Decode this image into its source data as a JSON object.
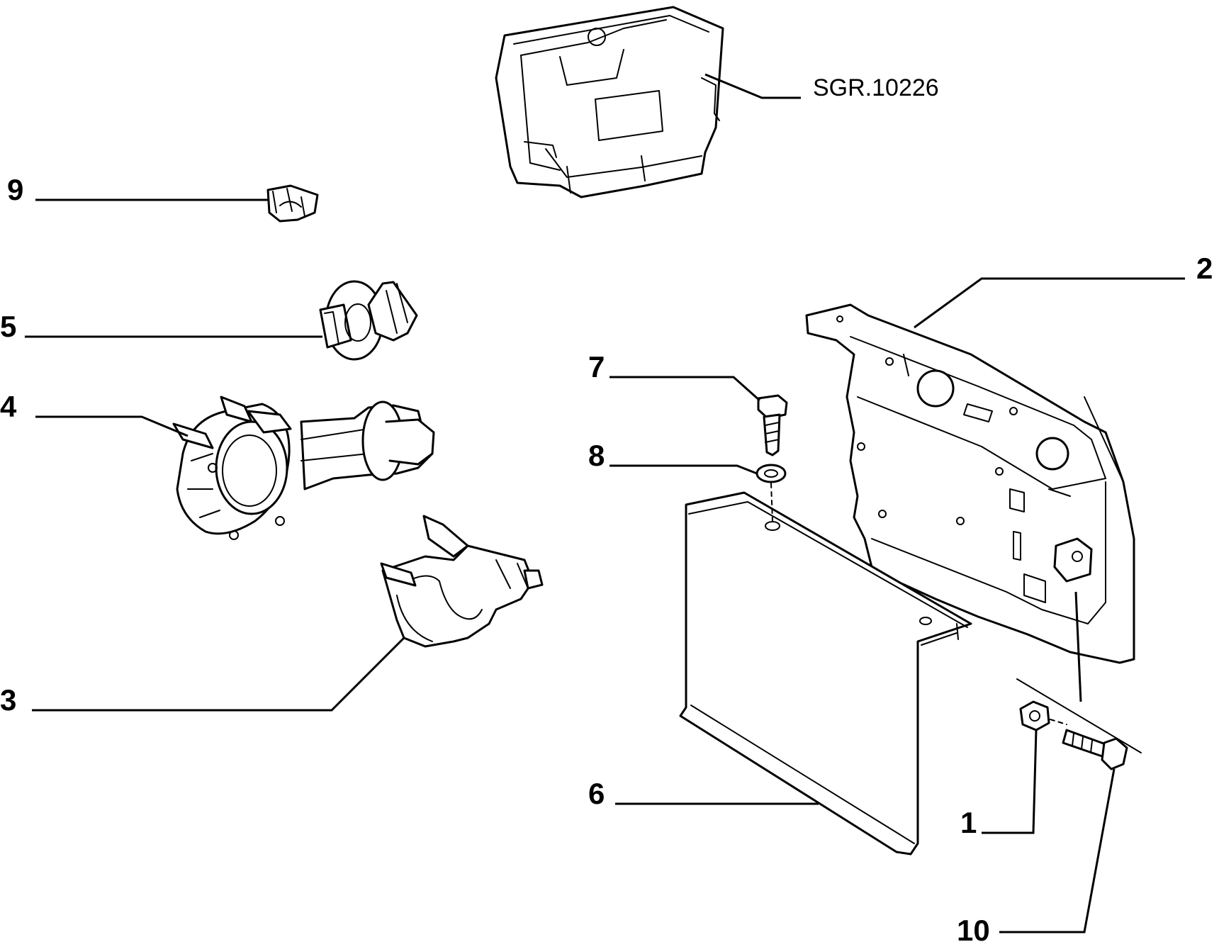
{
  "diagram": {
    "reference_code": "SGR.10226",
    "callouts": {
      "c1": "1",
      "c2": "2",
      "c3": "3",
      "c4": "4",
      "c5": "5",
      "c6": "6",
      "c7": "7",
      "c8": "8",
      "c9": "9",
      "c10": "10"
    }
  }
}
